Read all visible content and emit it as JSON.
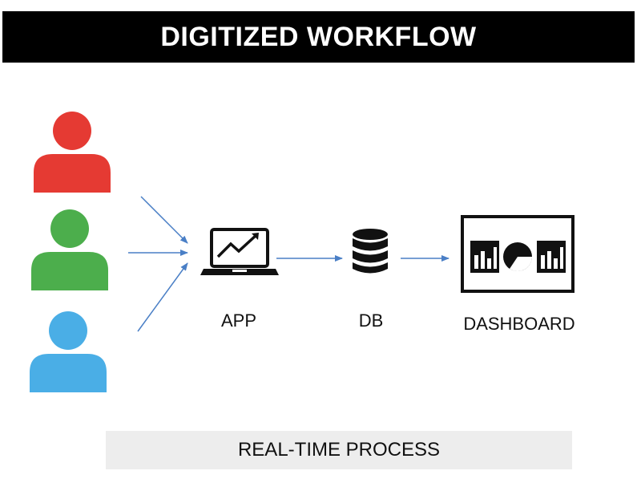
{
  "title": "DIGITIZED WORKFLOW",
  "colors": {
    "title_bg": "#000000",
    "title_fg": "#ffffff",
    "user_red": "#e53a33",
    "user_green": "#4cae4c",
    "user_blue": "#4aaee6",
    "arrow": "#4a7fc6",
    "icon": "#111111",
    "footer_bg": "#ededed"
  },
  "users": [
    {
      "name": "user-red",
      "color": "#e53a33"
    },
    {
      "name": "user-green",
      "color": "#4cae4c"
    },
    {
      "name": "user-blue",
      "color": "#4aaee6"
    }
  ],
  "nodes": {
    "app": {
      "label": "APP",
      "icon": "laptop-chart-icon"
    },
    "db": {
      "label": "DB",
      "icon": "database-icon"
    },
    "dashboard": {
      "label": "DASHBOARD",
      "icon": "dashboard-icon"
    }
  },
  "footer": {
    "label": "REAL-TIME PROCESS"
  }
}
